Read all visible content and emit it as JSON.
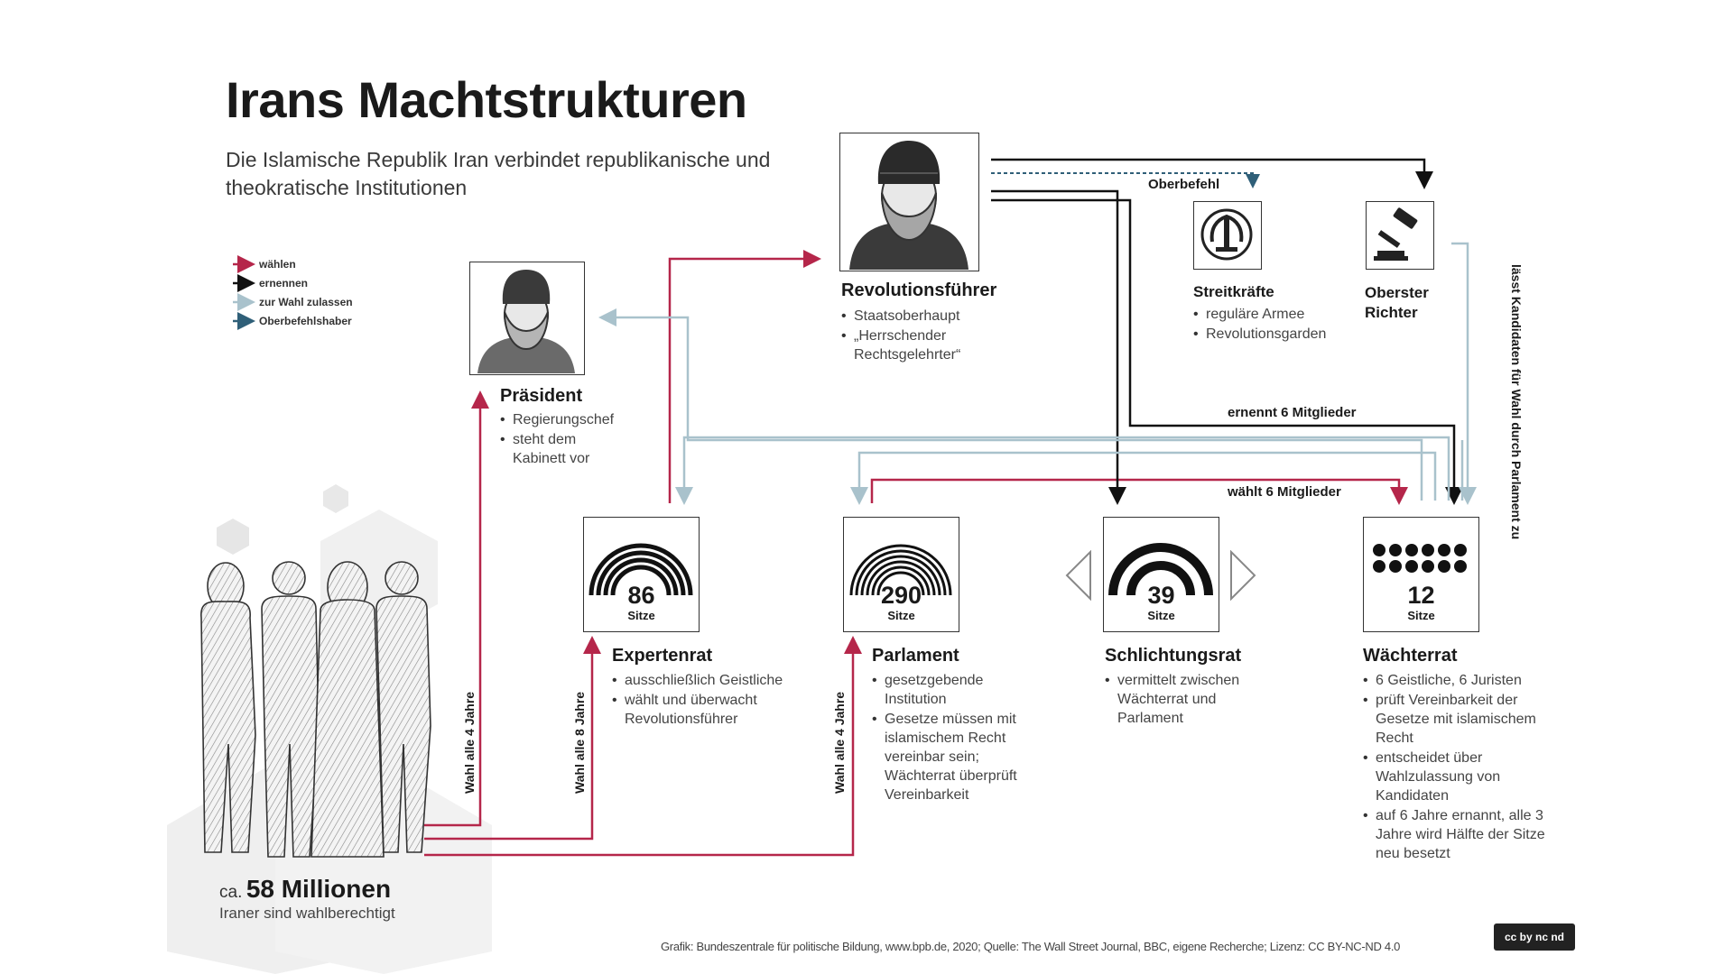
{
  "title": "Irans Machtstrukturen",
  "subtitle": "Die Islamische Republik Iran verbindet republikanische und theokratische Institutionen",
  "legend": [
    {
      "label": "wählen",
      "color": "#b5264a"
    },
    {
      "label": "ernennen",
      "color": "#111111"
    },
    {
      "label": "zur Wahl zulassen",
      "color": "#a9c2cc"
    },
    {
      "label": "Oberbefehlshaber",
      "color": "#2f5f78"
    }
  ],
  "leader": {
    "name": "Revolutionsführer",
    "bullets": [
      "Staatsoberhaupt",
      "„Herrschender Rechtsgelehrter“"
    ]
  },
  "president": {
    "name": "Präsident",
    "bullets": [
      "Regierungschef",
      "steht dem Kabinett vor"
    ]
  },
  "armed_forces": {
    "name": "Streitkräfte",
    "bullets": [
      "reguläre Armee",
      "Revolutionsgarden"
    ]
  },
  "judge": {
    "name": "Oberster Richter"
  },
  "connections": {
    "oberbefehl": "Oberbefehl",
    "appoints_six": "ernennt 6 Mitglieder",
    "elects_six": "wählt 6 Mitglieder",
    "admits_candidates": "lässt Kandidaten für Wahl durch Parlament zu",
    "vote_president": "Wahl alle 4 Jahre",
    "vote_experts": "Wahl alle 8 Jahre",
    "vote_parliament": "Wahl alle 4 Jahre"
  },
  "councils": [
    {
      "name": "Expertenrat",
      "seats": "86",
      "seats_label": "Sitze",
      "bullets": [
        "ausschließlich Geistliche",
        "wählt und überwacht Revolutionsführer"
      ]
    },
    {
      "name": "Parlament",
      "seats": "290",
      "seats_label": "Sitze",
      "bullets": [
        "gesetzgebende Institution",
        "Gesetze müssen mit islamischem Recht vereinbar sein; Wächterrat überprüft Vereinbarkeit"
      ]
    },
    {
      "name": "Schlichtungsrat",
      "seats": "39",
      "seats_label": "Sitze",
      "bullets": [
        "vermittelt zwischen Wächterrat und Parlament"
      ]
    },
    {
      "name": "Wächterrat",
      "seats": "12",
      "seats_label": "Sitze",
      "bullets": [
        "6 Geistliche, 6 Juristen",
        "prüft Vereinbarkeit der Gesetze mit islamischem Recht",
        "entscheidet über Wahlzulassung von Kandidaten",
        "auf 6 Jahre ernannt, alle 3 Jahre wird Hälfte der Sitze neu besetzt"
      ]
    }
  ],
  "voters": {
    "prefix": "ca.",
    "count": "58 Millionen",
    "text": "Iraner sind wahlberechtigt"
  },
  "credit": "Grafik: Bundeszentrale für politische Bildung, www.bpb.de, 2020; Quelle: The Wall Street Journal, BBC, eigene Recherche; Lizenz: CC BY-NC-ND 4.0",
  "license_badge": "cc by nc nd"
}
